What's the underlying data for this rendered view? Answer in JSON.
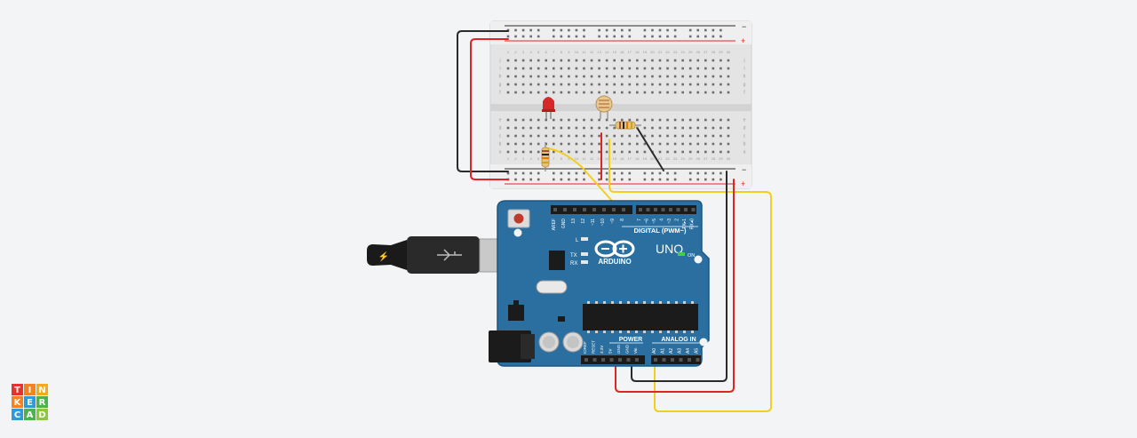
{
  "logo": {
    "letters": [
      "T",
      "I",
      "N",
      "K",
      "E",
      "R",
      "C",
      "A",
      "D"
    ],
    "colors": [
      "#e5332a",
      "#f58220",
      "#f7a81b",
      "#f58220",
      "#2e9bd6",
      "#4bb34b",
      "#2e9bd6",
      "#4bb34b",
      "#8dc63f"
    ]
  },
  "breadboard": {
    "rail_plus": "+",
    "rail_minus": "−",
    "row_labels_top": [
      "j",
      "i",
      "h",
      "g",
      "f"
    ],
    "row_labels_bottom": [
      "e",
      "d",
      "c",
      "b",
      "a"
    ],
    "columns": [
      "1",
      "2",
      "3",
      "4",
      "5",
      "6",
      "7",
      "8",
      "9",
      "10",
      "11",
      "12",
      "13",
      "14",
      "15",
      "16",
      "17",
      "18",
      "19",
      "20",
      "21",
      "22",
      "23",
      "24",
      "25",
      "26",
      "27",
      "28",
      "29",
      "30"
    ]
  },
  "arduino": {
    "logo_text": "ARDUINO",
    "model": "UNO",
    "digital_label": "DIGITAL (PWM~)",
    "power_label": "POWER",
    "analog_label": "ANALOG IN",
    "on_label": "ON",
    "l_label": "L",
    "tx_label": "TX",
    "rx_label": "RX",
    "digital_pins_left": [
      "AREF",
      "GND",
      "13",
      "12",
      "~11",
      "~10",
      "~9",
      "8"
    ],
    "digital_pins_right": [
      "7",
      "~6",
      "~5",
      "4",
      "~3",
      "2",
      "TX▸1",
      "RX◂0"
    ],
    "power_pins": [
      "IOREF",
      "RESET",
      "3.3V",
      "5V",
      "GND",
      "GND",
      "Vin"
    ],
    "analog_pins": [
      "A0",
      "A1",
      "A2",
      "A3",
      "A4",
      "A5"
    ]
  },
  "colors": {
    "board": "#2b6fa1",
    "board_dark": "#1e5680",
    "wire_red": "#e02424",
    "wire_black": "#2a2a2a",
    "wire_yellow": "#f2cf1f",
    "led": "#d62828",
    "breadboard": "#e6e6e6"
  }
}
